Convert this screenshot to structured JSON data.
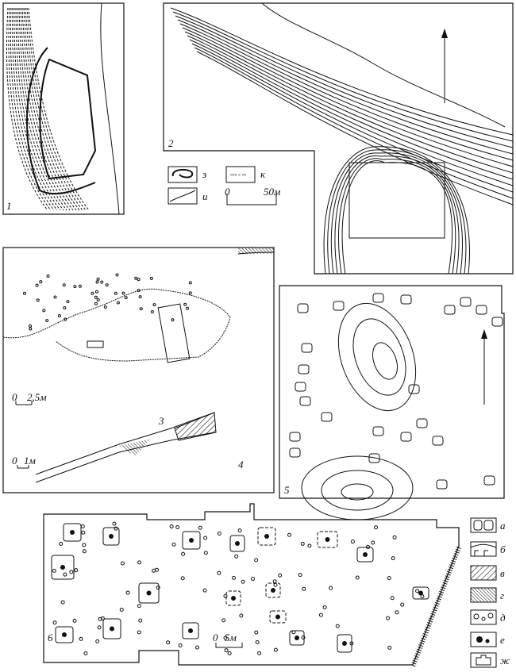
{
  "panels": {
    "p1": {
      "number": "1"
    },
    "p2": {
      "number": "2"
    },
    "p3": {
      "number": "3",
      "scale_zero": "0",
      "scale_label": "2,5м"
    },
    "p4": {
      "number": "4",
      "scale_zero": "0",
      "scale_label": "1м"
    },
    "p5": {
      "number": "5"
    },
    "p6": {
      "number": "6",
      "scale_zero": "0",
      "scale_label": "5м"
    }
  },
  "legend_top": {
    "items": [
      "з",
      "к",
      "и"
    ],
    "scale_zero": "0",
    "scale_label": "50м"
  },
  "legend_bottom": {
    "items": [
      "а",
      "б",
      "в",
      "г",
      "д",
      "е",
      "ж"
    ]
  },
  "colors": {
    "ink": "#111111",
    "paper": "#ffffff"
  }
}
